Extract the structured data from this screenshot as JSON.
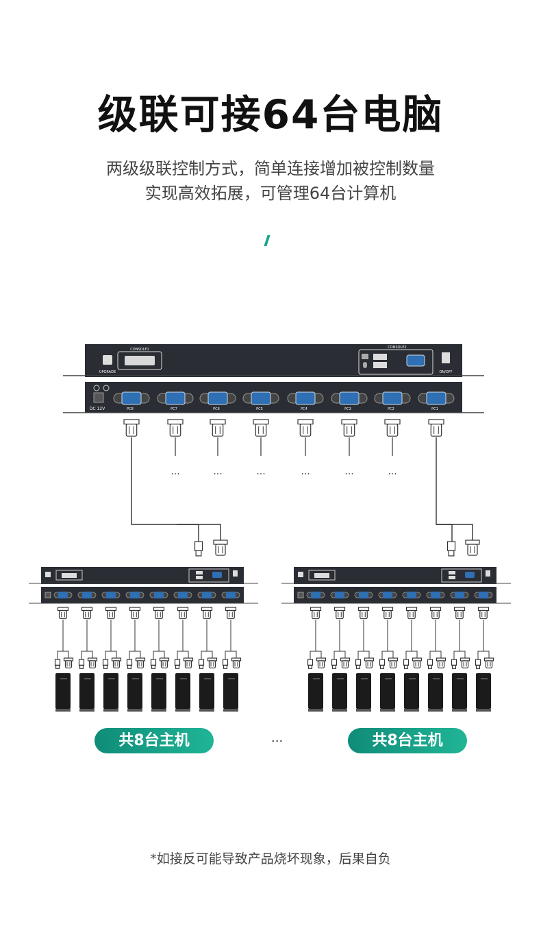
{
  "title": "级联可接64台电脑",
  "subtitle_line1": "两级级联控制方式，简单连接增加被控制数量",
  "subtitle_line2": "实现高效拓展，可管理64台计算机",
  "colors": {
    "accent": "#19a58c",
    "device": "#2a2d33",
    "port_blue": "#2f6fb3"
  },
  "main_switch": {
    "front_labels": {
      "console": "CONSOLE1",
      "upgrade": "UPGRADE",
      "console2": "CONSOLE2",
      "onoff": "ON/OFF"
    },
    "rear_power_label": "DC 12V",
    "ports": [
      "PC8",
      "PC7",
      "PC6",
      "PC5",
      "PC4",
      "PC3",
      "PC2",
      "PC1"
    ]
  },
  "ellipsis": "...",
  "group_label_left": "共8台主机",
  "group_label_right": "共8台主机",
  "middle_ellipsis": "...",
  "note": "*如接反可能导致产品烧坏现象，后果自负"
}
